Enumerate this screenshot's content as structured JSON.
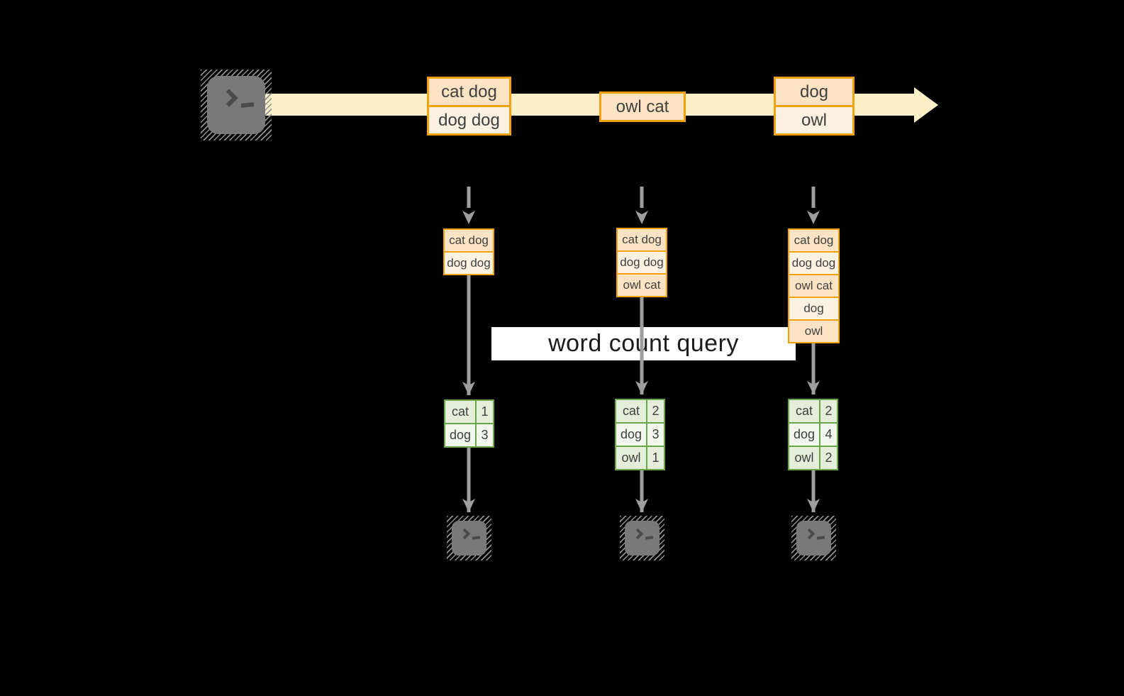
{
  "query": {
    "label": "word count query"
  },
  "stream": {
    "source_icon": "terminal-prompt",
    "band_color": "#fbf0ca",
    "batches": [
      {
        "lines": [
          "cat dog",
          "dog dog"
        ]
      },
      {
        "lines": [
          "owl cat"
        ]
      },
      {
        "lines": [
          "dog",
          "owl"
        ]
      }
    ]
  },
  "columns": [
    {
      "state": [
        "cat dog",
        "dog dog"
      ],
      "counts": [
        [
          "cat",
          "1"
        ],
        [
          "dog",
          "3"
        ]
      ],
      "sink_icon": "terminal-prompt"
    },
    {
      "state": [
        "cat dog",
        "dog dog",
        "owl cat"
      ],
      "counts": [
        [
          "cat",
          "2"
        ],
        [
          "dog",
          "3"
        ],
        [
          "owl",
          "1"
        ]
      ],
      "sink_icon": "terminal-prompt"
    },
    {
      "state": [
        "cat dog",
        "dog dog",
        "owl cat",
        "dog",
        "owl"
      ],
      "counts": [
        [
          "cat",
          "2"
        ],
        [
          "dog",
          "4"
        ],
        [
          "owl",
          "2"
        ]
      ],
      "sink_icon": "terminal-prompt"
    }
  ],
  "colors": {
    "background": "#000000",
    "stream_band": "#fbf0ca",
    "orange_border": "#f2a30b",
    "orange_cell_dark": "#fbe3c4",
    "orange_cell_light": "#fdf2e2",
    "green_border": "#6aa74b",
    "green_cell_dark": "#e4eeda",
    "green_cell_light": "#f2f7ed",
    "arrow_gray": "#9e9e9e",
    "text_dark": "#3f3f3f",
    "query_bar_bg": "#ffffff"
  }
}
